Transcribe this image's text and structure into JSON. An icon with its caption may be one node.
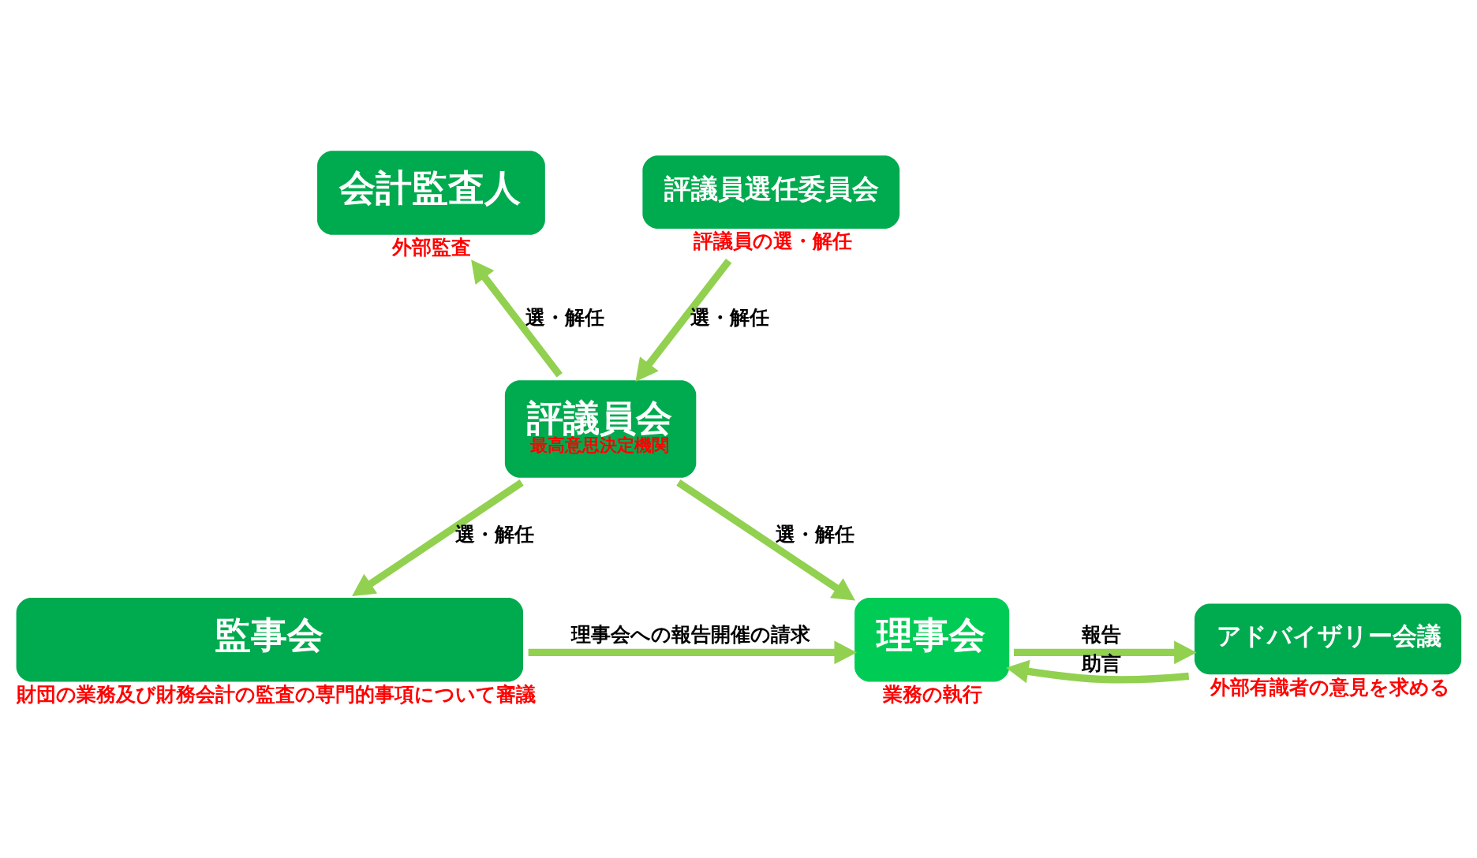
{
  "diagram": {
    "nodes": [
      {
        "text": [
          "会計監査人"
        ],
        "beside": [
          "外部監査"
        ]
      },
      {
        "text": [
          "評議員選任委員会"
        ],
        "beside": [
          "評議員の選・解任"
        ]
      },
      {
        "text": [
          "評議員会",
          "最高意思決定機関"
        ]
      },
      {
        "text": [
          "監事会"
        ],
        "beside": [
          "財団の業務及び財務会計の監査の専門的事項について審議"
        ]
      },
      {
        "text": [
          "理事会"
        ],
        "beside": [
          "業務の執行"
        ]
      },
      {
        "text": [
          "アドバイザリー会議"
        ],
        "beside": [
          "外部有識者の意見を求める"
        ]
      }
    ],
    "edges": [
      {
        "from": 1,
        "to": 2,
        "arrow": "to",
        "label": "選・解任"
      },
      {
        "from": 2,
        "to": 0,
        "arrow": "to",
        "label": "選・解任"
      },
      {
        "from": 2,
        "to": 3,
        "arrow": "to",
        "label": "選・解任"
      },
      {
        "from": 2,
        "to": 4,
        "arrow": "to",
        "label": "選・解任"
      },
      {
        "from": 3,
        "to": 4,
        "arrow": "to",
        "label": "理事会への報告開催の請求"
      },
      {
        "from": 4,
        "to": 5,
        "arrow": "to",
        "label": "報告"
      },
      {
        "from": 5,
        "to": 4,
        "arrow": "to",
        "label": "助言"
      }
    ]
  }
}
